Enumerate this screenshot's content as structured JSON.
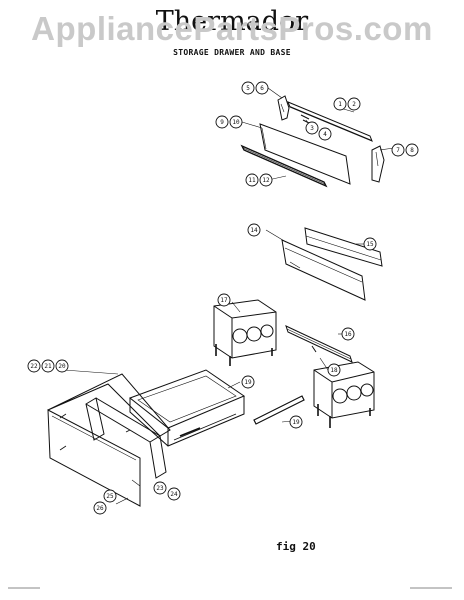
{
  "header": {
    "watermark": "AppliancePartsPros.com",
    "brand": "Thermador",
    "subtitle": "STORAGE DRAWER AND BASE"
  },
  "figure_label": "fig 20",
  "callouts": [
    {
      "id": "c1",
      "text": "1"
    },
    {
      "id": "c2",
      "text": "2"
    },
    {
      "id": "c3",
      "text": "3"
    },
    {
      "id": "c4",
      "text": "4"
    },
    {
      "id": "c5",
      "text": "5"
    },
    {
      "id": "c6",
      "text": "6"
    },
    {
      "id": "c7",
      "text": "7"
    },
    {
      "id": "c8",
      "text": "8"
    },
    {
      "id": "c9",
      "text": "9"
    },
    {
      "id": "c10",
      "text": "10"
    },
    {
      "id": "c11",
      "text": "11"
    },
    {
      "id": "c12",
      "text": "12"
    },
    {
      "id": "c14",
      "text": "14"
    },
    {
      "id": "c15",
      "text": "15"
    },
    {
      "id": "c16",
      "text": "16"
    },
    {
      "id": "c17",
      "text": "17"
    },
    {
      "id": "c18",
      "text": "18"
    },
    {
      "id": "c19",
      "text": "19"
    },
    {
      "id": "c20",
      "text": "20"
    },
    {
      "id": "c21",
      "text": "21"
    },
    {
      "id": "c22",
      "text": "22"
    },
    {
      "id": "c23",
      "text": "23"
    },
    {
      "id": "c24",
      "text": "24"
    },
    {
      "id": "c25",
      "text": "25"
    },
    {
      "id": "c26",
      "text": "26"
    },
    {
      "id": "c19b",
      "text": "19"
    }
  ]
}
